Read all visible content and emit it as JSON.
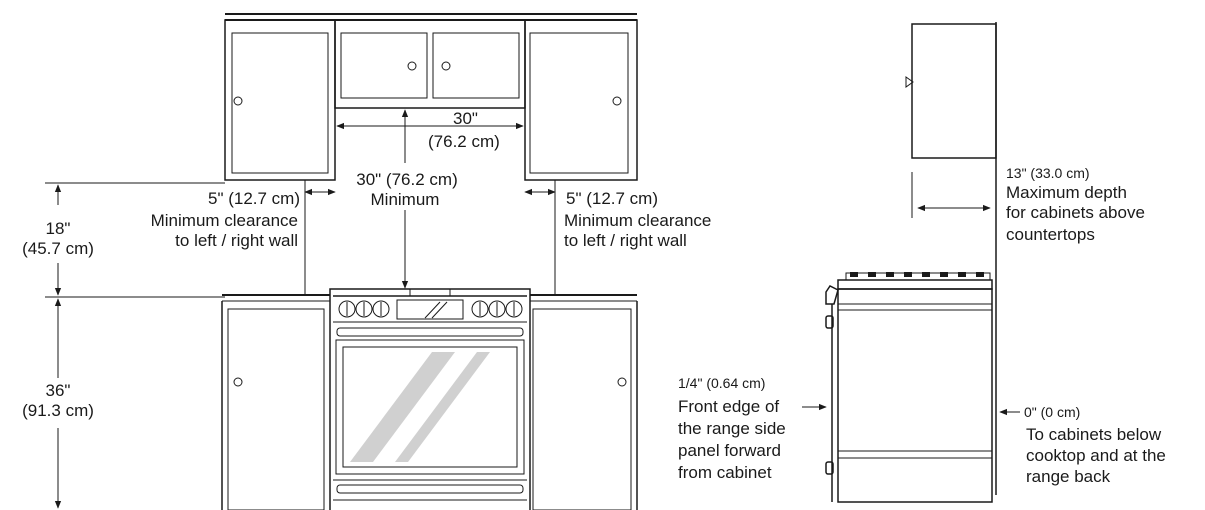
{
  "front_view": {
    "upper_gap_width": {
      "imperial": "30\"",
      "metric": "(76.2 cm)"
    },
    "vertical_clearance": {
      "line1": "30\" (76.2 cm)",
      "line2": "Minimum"
    },
    "left_side_clearance": {
      "line1": "5\" (12.7 cm)",
      "line2": "Minimum clearance",
      "line3": "to left / right wall"
    },
    "right_side_clearance": {
      "line1": "5\" (12.7 cm)",
      "line2": "Minimum clearance",
      "line3": "to left / right wall"
    },
    "upper_height": {
      "imperial": "18\"",
      "metric": "(45.7 cm)"
    },
    "counter_height": {
      "imperial": "36\"",
      "metric": "(91.3 cm)"
    }
  },
  "side_view": {
    "cabinet_depth": {
      "line1": "13\" (33.0 cm)",
      "line2": "Maximum depth",
      "line3": "for cabinets above",
      "line4": "countertops"
    },
    "front_edge": {
      "line1": "1/4\" (0.64 cm)",
      "line2": "Front edge of",
      "line3": "the range side",
      "line4": "panel forward",
      "line5": "from cabinet"
    },
    "back_clearance": {
      "line1": "0\" (0 cm)",
      "line2": "To cabinets below",
      "line3": "cooktop and at the",
      "line4": "range back"
    }
  }
}
